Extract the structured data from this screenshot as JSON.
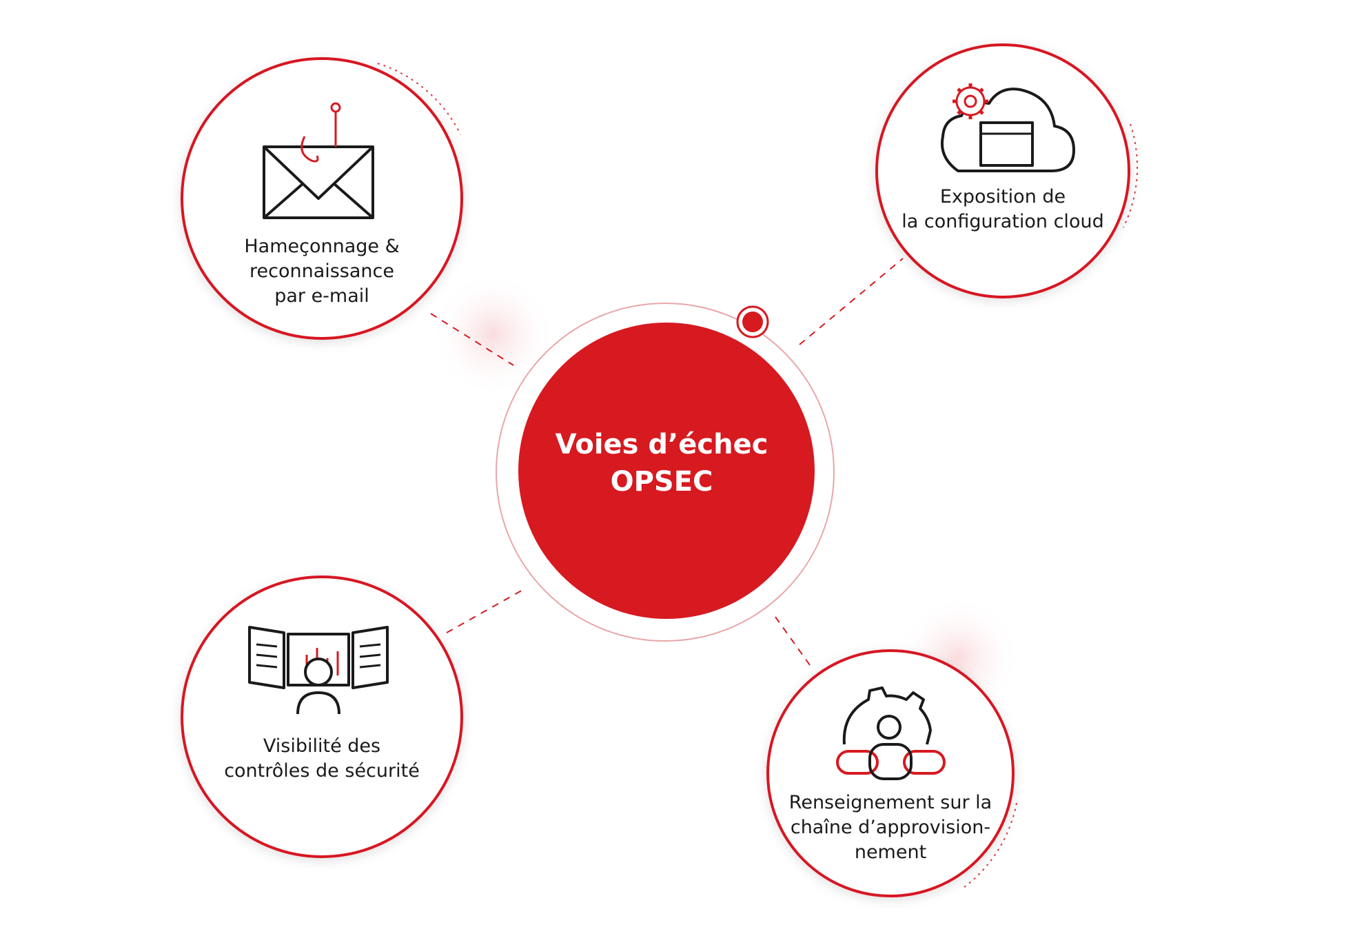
{
  "colors": {
    "accent": "#d71920",
    "ring": "#d71920",
    "text": "#1a1a1a",
    "icon_stroke": "#1a1a1a",
    "soft_glow": "#fbe3e4"
  },
  "center": {
    "title_line1": "Voies d’échec",
    "title_line2": "OPSEC"
  },
  "nodes": [
    {
      "icon": "phishing-email-icon",
      "lines": [
        "Hameçonnage &",
        "reconnaissance",
        "par e-mail"
      ]
    },
    {
      "icon": "cloud-config-icon",
      "lines": [
        "Exposition de",
        "la configuration cloud"
      ]
    },
    {
      "icon": "security-monitoring-icon",
      "lines": [
        "Visibilité des",
        "contrôles de sécurité"
      ]
    },
    {
      "icon": "supply-chain-icon",
      "lines": [
        "Renseignement sur la",
        "chaîne d’approvision-",
        "nement"
      ]
    }
  ]
}
